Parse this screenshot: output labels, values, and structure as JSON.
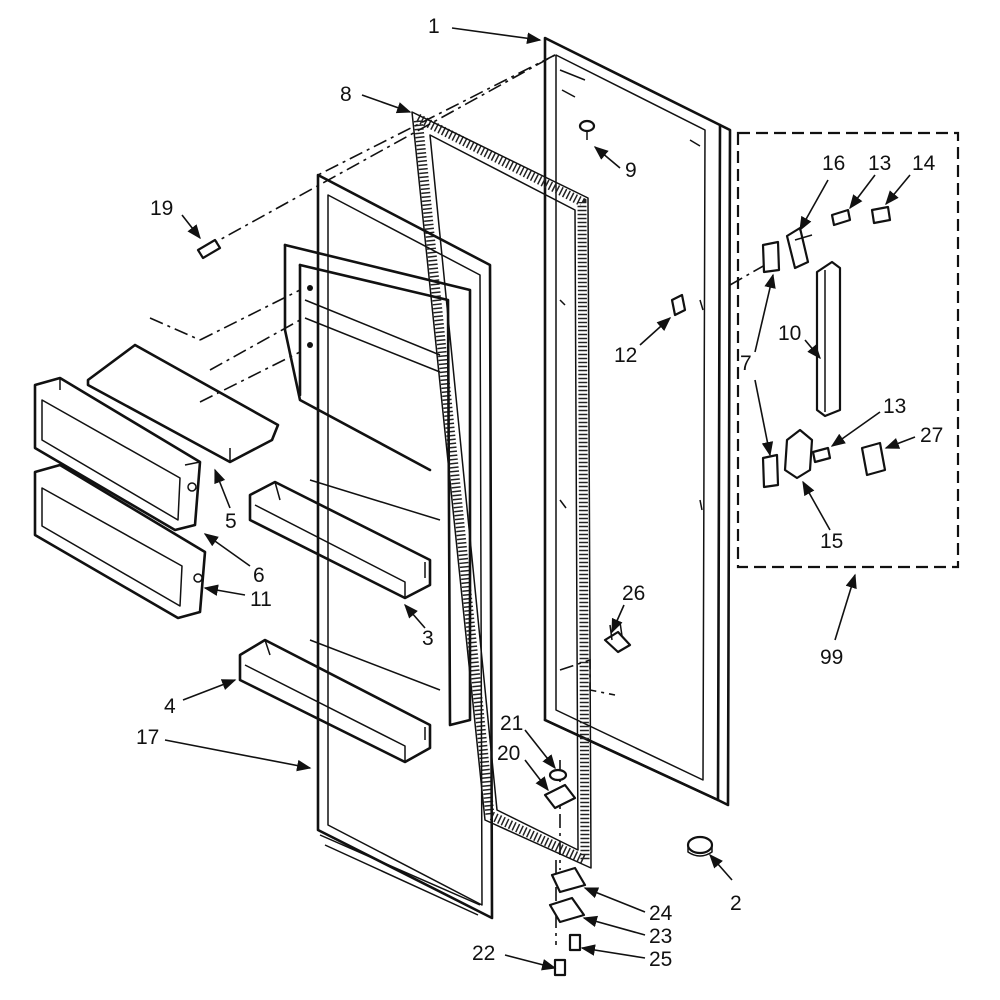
{
  "callouts": {
    "c1": "1",
    "c2": "2",
    "c3": "3",
    "c4": "4",
    "c5": "5",
    "c6": "6",
    "c7": "7",
    "c8": "8",
    "c9": "9",
    "c10": "10",
    "c11": "11",
    "c12": "12",
    "c13a": "13",
    "c13b": "13",
    "c14": "14",
    "c15": "15",
    "c16": "16",
    "c17": "17",
    "c19": "19",
    "c20": "20",
    "c21": "21",
    "c22": "22",
    "c23": "23",
    "c24": "24",
    "c25": "25",
    "c26": "26",
    "c27": "27",
    "c99": "99"
  }
}
